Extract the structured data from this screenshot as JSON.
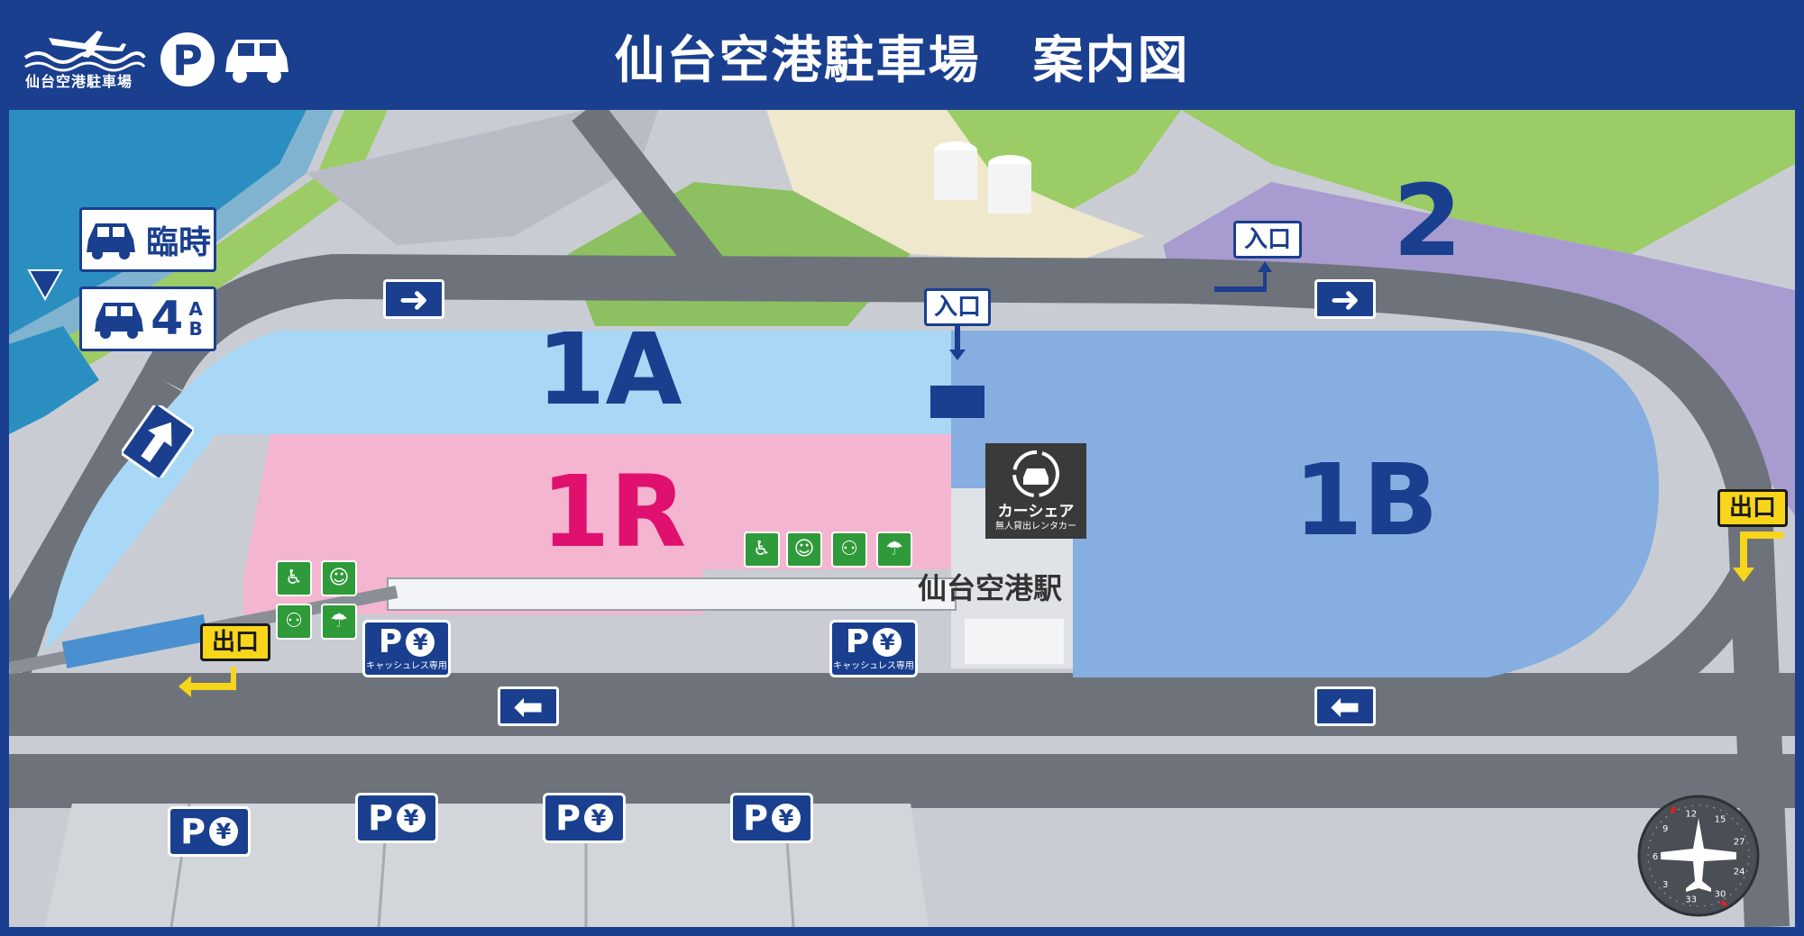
{
  "header": {
    "title": "仙台空港駐車場　案内図",
    "brand_text": "仙台空港駐車場",
    "parking_letter": "P"
  },
  "zones": {
    "z1a": "1A",
    "z1b": "1B",
    "z1r": "1R",
    "z2": "2"
  },
  "labels": {
    "temporary": "臨時",
    "four": "4",
    "a": "A",
    "b": "B",
    "entrance": "入口",
    "exit": "出口",
    "station": "仙台空港駅",
    "carshare_title": "カーシェア",
    "carshare_sub": "無人貸出レンタカー",
    "cashless": "キャッシュレス専用",
    "pay_p": "P",
    "pay_yen": "¥"
  },
  "compass_numbers": [
    "15",
    "27",
    "24",
    "30",
    "33",
    "3",
    "6",
    "9",
    "12"
  ],
  "colors": {
    "brand": "#1a3f8f",
    "zone_1a": "#a8d8f5",
    "zone_1b": "#86aee0",
    "zone_1r": "#f3b5d0",
    "zone_2": "#a89bd0",
    "label_1r": "#e0106e",
    "exit_yellow": "#f7d51a",
    "accessibility_green": "#2e9a3a",
    "sea": "#2a8ec0"
  },
  "icons": {
    "plane": "plane-icon",
    "car": "car-icon",
    "arrow_right": "arrow-right-icon",
    "arrow_left": "arrow-left-icon",
    "arrow_up": "arrow-up-icon",
    "arrow_down": "arrow-down-icon",
    "wheelchair": "wheelchair-icon",
    "elderly": "elderly-icon",
    "pregnant": "pregnant-icon",
    "baby": "baby-icon",
    "compass": "compass-icon"
  }
}
